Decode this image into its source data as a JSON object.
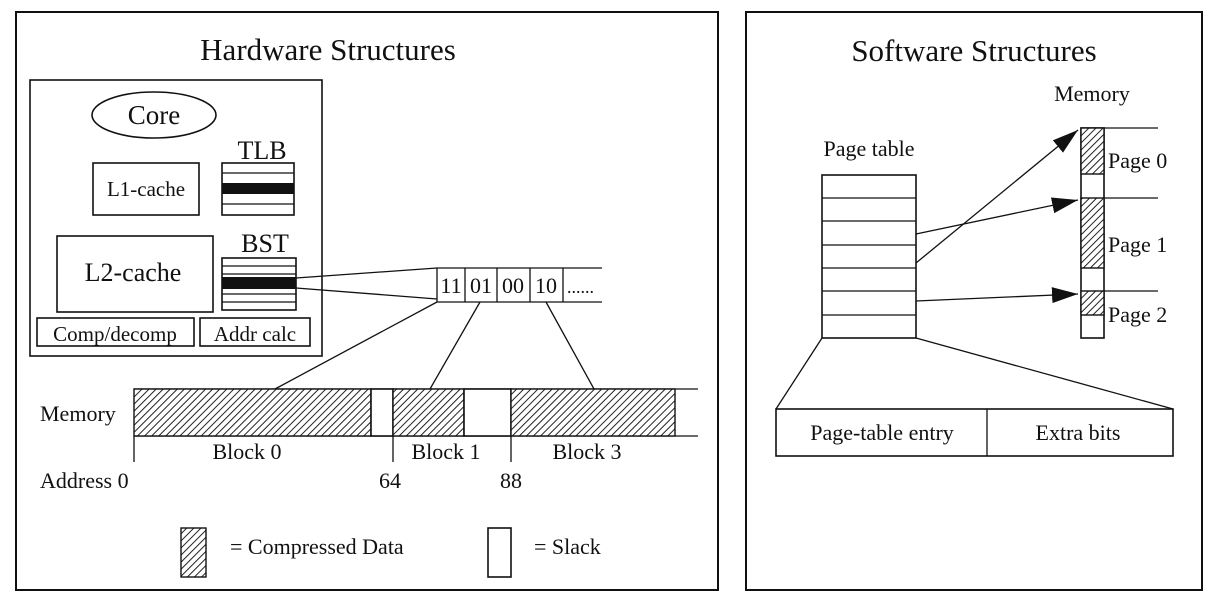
{
  "hardware": {
    "title": "Hardware Structures",
    "core": "Core",
    "tlb": "TLB",
    "l1": "L1-cache",
    "bst": "BST",
    "l2": "L2-cache",
    "comp": "Comp/decomp",
    "addr": "Addr calc",
    "bst_entry": [
      "11",
      "01",
      "00",
      "10",
      "......"
    ],
    "memory_label": "Memory",
    "blocks": [
      "Block 0",
      "Block 1",
      "Block 3"
    ],
    "address_label": "Address 0",
    "addresses": [
      "64",
      "88"
    ],
    "legend": {
      "compressed": "=  Compressed Data",
      "slack": "=  Slack"
    }
  },
  "software": {
    "title": "Software Structures",
    "memory_label": "Memory",
    "page_table_label": "Page table",
    "pages": [
      "Page 0",
      "Page 1",
      "Page 2"
    ],
    "entry_fields": [
      "Page-table entry",
      "Extra bits"
    ]
  }
}
